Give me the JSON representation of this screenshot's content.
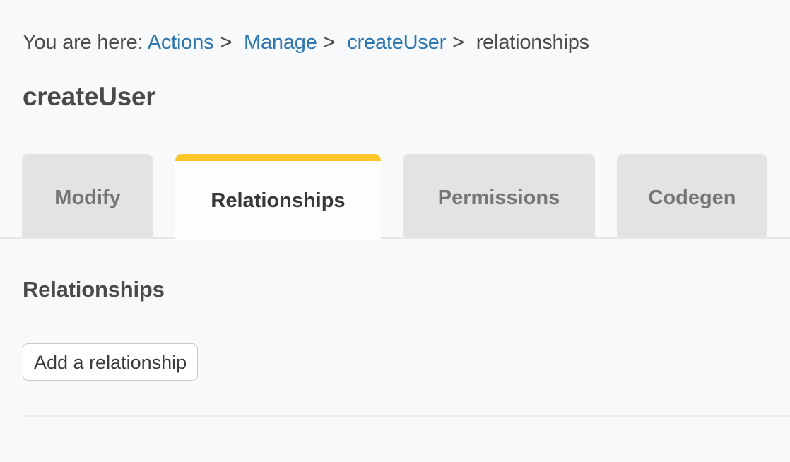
{
  "breadcrumb": {
    "prefix": "You are here:",
    "separator": ">",
    "items": [
      {
        "label": "Actions",
        "type": "link"
      },
      {
        "label": "Manage",
        "type": "link"
      },
      {
        "label": "createUser",
        "type": "link"
      },
      {
        "label": "relationships",
        "type": "current"
      }
    ]
  },
  "page_title": "createUser",
  "tabs": [
    {
      "label": "Modify",
      "active": false
    },
    {
      "label": "Relationships",
      "active": true
    },
    {
      "label": "Permissions",
      "active": false
    },
    {
      "label": "Codegen",
      "active": false
    }
  ],
  "content": {
    "section_title": "Relationships",
    "add_button_label": "Add a relationship"
  },
  "colors": {
    "page_background": "#f8f9fa",
    "link_blue": "#2e76b0",
    "active_tab_accent": "#fdc72b",
    "inactive_tab_bg": "#e3e3e4",
    "active_tab_bg": "#fcfdfe",
    "heading_text": "#494949",
    "inactive_tab_text": "#767676"
  }
}
